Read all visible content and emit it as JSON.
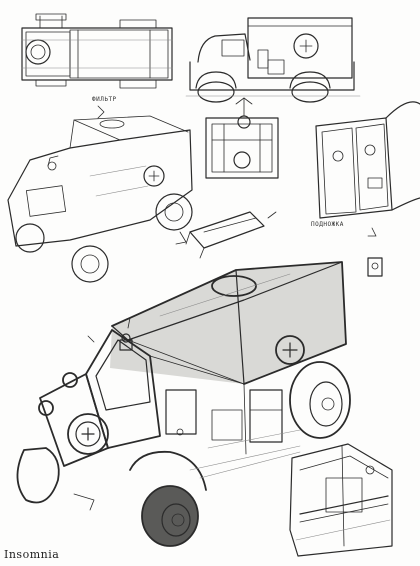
{
  "labels": {
    "filter": "ФИЛЬТР",
    "step": "ПОДНОЖКА"
  },
  "signature": "Insomnia"
}
